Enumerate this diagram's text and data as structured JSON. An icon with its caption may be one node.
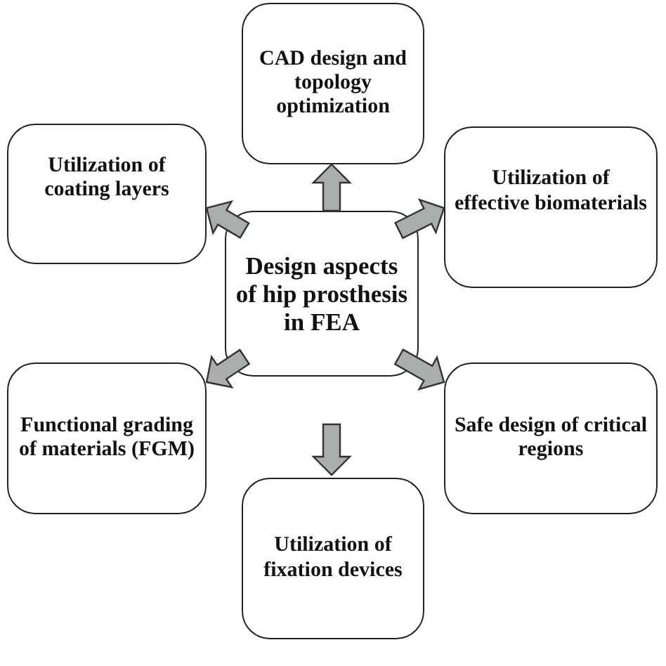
{
  "diagram": {
    "nodes": [
      {
        "text": [
          "CAD design and topology optimization"
        ]
      },
      {
        "text": [
          "Utilization of coating layers"
        ]
      },
      {
        "text": [
          "Utilization of effective biomaterials"
        ]
      },
      {
        "text": [
          "Design aspects of hip prosthesis in FEA"
        ]
      },
      {
        "text": [
          "Functional grading of materials (FGM)"
        ]
      },
      {
        "text": [
          "Safe design of critical regions"
        ]
      },
      {
        "text": [
          "Utilization of fixation devices"
        ]
      }
    ],
    "edges": [
      {
        "from": 3,
        "to": 0,
        "arrow": "to"
      },
      {
        "from": 3,
        "to": 1,
        "arrow": "to"
      },
      {
        "from": 3,
        "to": 2,
        "arrow": "to"
      },
      {
        "from": 3,
        "to": 4,
        "arrow": "to"
      },
      {
        "from": 3,
        "to": 5,
        "arrow": "to"
      },
      {
        "from": 3,
        "to": 6,
        "arrow": "to"
      }
    ]
  }
}
